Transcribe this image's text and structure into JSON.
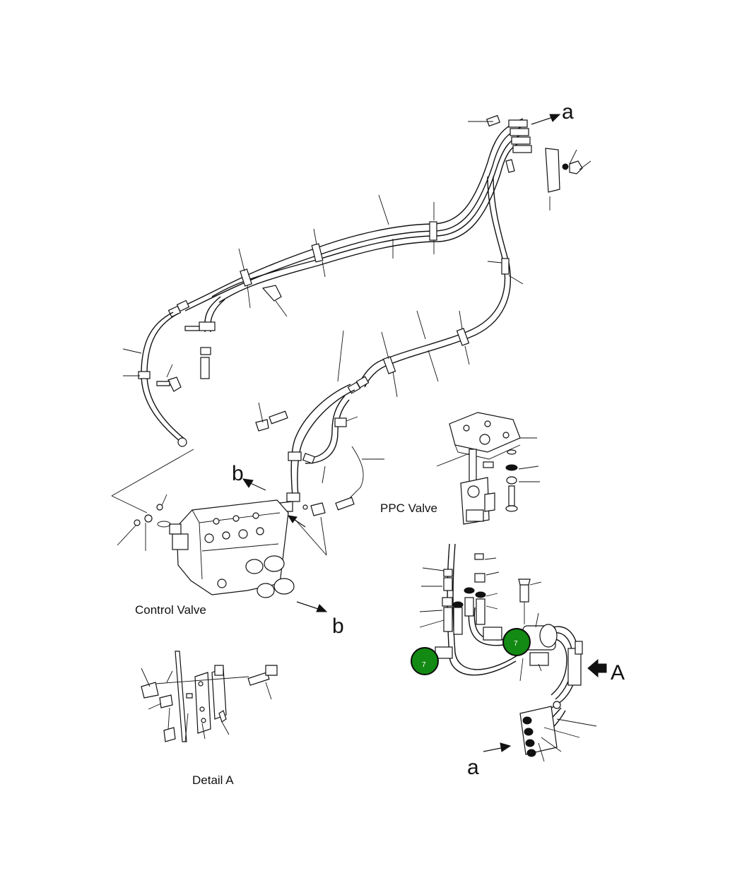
{
  "labels": {
    "control_valve": "Control Valve",
    "ppc_valve": "PPC Valve",
    "detail_a": "Detail A"
  },
  "view_markers": {
    "a_top": "a",
    "a_bottom": "a",
    "b_left": "b",
    "b_right": "b",
    "A_arrow": "A"
  },
  "callouts": [
    {
      "id": "callout-1",
      "text": "7"
    },
    {
      "id": "callout-2",
      "text": "7"
    }
  ],
  "colors": {
    "callout_fill": "#138a13",
    "callout_stroke": "#0a0a0a",
    "line": "#111111",
    "background": "#ffffff"
  }
}
